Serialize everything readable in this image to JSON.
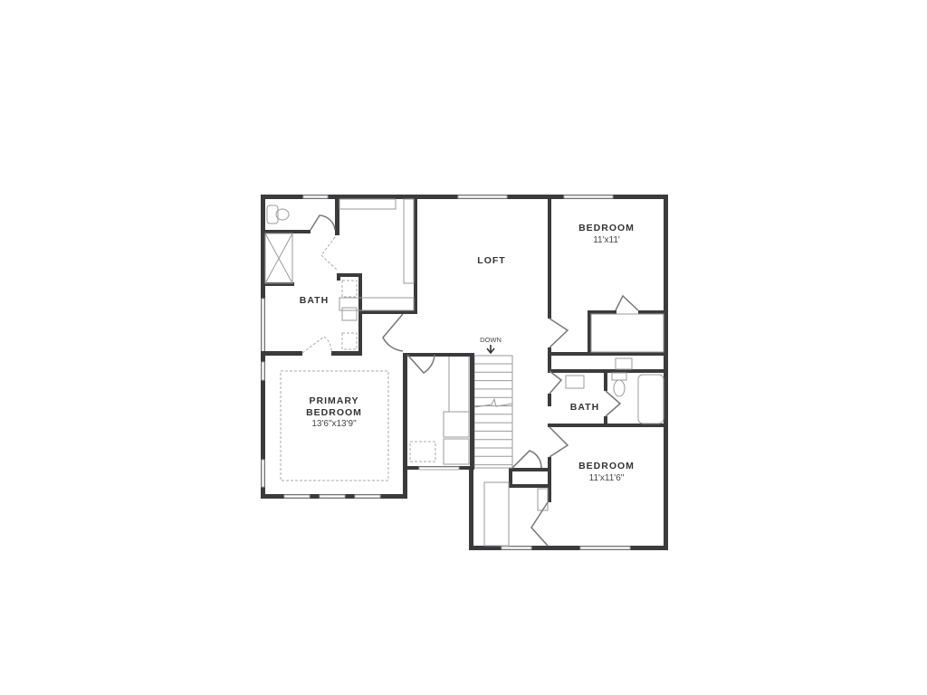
{
  "floor_plan": {
    "rooms": {
      "loft": {
        "name": "LOFT"
      },
      "bedroom_1": {
        "name": "BEDROOM",
        "size": "11'x11'"
      },
      "bath_primary": {
        "name": "BATH"
      },
      "bath_2": {
        "name": "BATH"
      },
      "primary_bedroom": {
        "name_line1": "PRIMARY",
        "name_line2": "BEDROOM",
        "size": "13'6\"x13'9\""
      },
      "bedroom_2": {
        "name": "BEDROOM",
        "size": "11'x11'6\""
      }
    },
    "stairs": {
      "label": "DOWN"
    },
    "colors": {
      "wall": "#3b3b3d",
      "background": "#ffffff"
    }
  }
}
